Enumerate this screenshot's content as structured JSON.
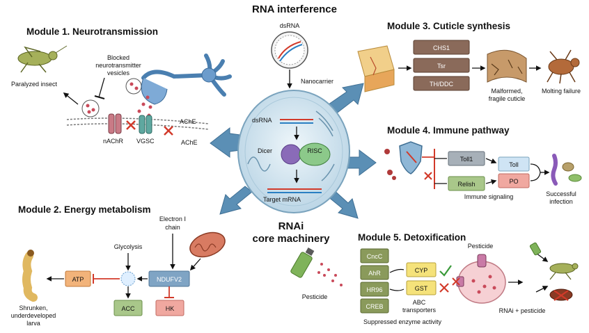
{
  "title": "RNA interference",
  "core": {
    "title_line1": "RNAi",
    "title_line2": "core machinery",
    "dsrna_top": "dsRNA",
    "nanocarrier": "Nanocarrier",
    "dsrna_cell": "dsRNA",
    "dicer": "Dicer",
    "risc": "RISC",
    "target_mrna": "Target  mRNA"
  },
  "module1": {
    "title": "Module 1. Neurotransmission",
    "paralyzed": "Paralyzed insect",
    "blocked_line1": "Blocked",
    "blocked_line2": "neurotransmitter",
    "blocked_line3": "vesicles",
    "nachr": "nAChR",
    "vgsc": "VGSC",
    "ache1": "AChE",
    "ache2": "AChE"
  },
  "module2": {
    "title": "Module 2. Energy metabolism",
    "electron_line1": "Electron Ⅰ",
    "electron_line2": "chain",
    "glycolysis": "Glycolysis",
    "atp": "ATP",
    "ndufv2": "NDUFV2",
    "acc": "ACC",
    "hk": "HK",
    "shrunken_line1": "Shrunken,",
    "shrunken_line2": "underdeveloped",
    "shrunken_line3": "larva"
  },
  "module3": {
    "title": "Module 3. Cuticle synthesis",
    "genes": [
      "CHS1",
      "Tsr",
      "TH/DDC"
    ],
    "malformed_line1": "Malformed,",
    "malformed_line2": "fragile cuticle",
    "molting": "Molting failure"
  },
  "module4": {
    "title": "Module 4. Immune pathway",
    "toll1": "Toll1",
    "relish": "Relish",
    "toll": "Toll",
    "po": "PO",
    "immune_signaling": "Immune signaling",
    "successful_line1": "Successful",
    "successful_line2": "infection"
  },
  "module5": {
    "title": "Module 5. Detoxification",
    "pesticide_spray": "Pesticide",
    "pesticide_cell": "Pesticide",
    "genes": [
      "CncC",
      "AhR",
      "HR96",
      "CREB"
    ],
    "cyp": "CYP",
    "gst": "GST",
    "abc_line1": "ABC",
    "abc_line2": "transporters",
    "suppressed": "Suppressed enzyme activity",
    "rnai_pesticide": "RNAi + pesticide"
  },
  "colors": {
    "module_arrow": "#5b8fb5",
    "brown_box": "#8a6a5a",
    "olive_box": "#8a9a5b",
    "inhibit_red": "#d23a2a",
    "cell_fill": "#dcebf3"
  }
}
